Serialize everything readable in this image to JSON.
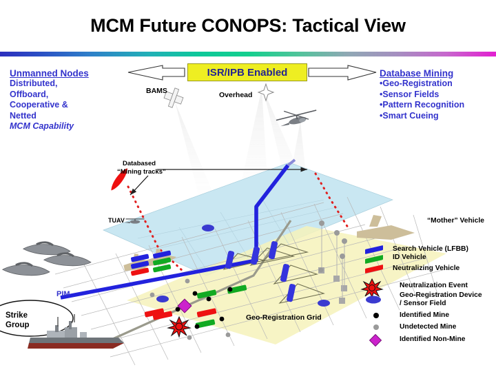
{
  "slide": {
    "title": "MCM Future CONOPS: Tactical View"
  },
  "center_box": {
    "label": "ISR/IPB Enabled"
  },
  "left_block": {
    "heading": "Unmanned Nodes",
    "lines": [
      "Distributed,",
      "Offboard,",
      "Cooperative &",
      "Netted"
    ],
    "italic_line": "MCM Capability"
  },
  "right_block": {
    "heading": "Database Mining",
    "bullets": [
      "•Geo-Registration",
      "•Sensor Fields",
      "•Pattern Recognition",
      "•Smart Cueing"
    ]
  },
  "diagram_labels": {
    "bams": "BAMS",
    "overhead": "Overhead",
    "databased": "Databased",
    "mining_tracks": "“Mining tracks”",
    "tuav": "TUAV",
    "pim": "PIM",
    "strike_group_line1": "Strike",
    "strike_group_line2": "Group",
    "geo_grid": "Geo-Registration Grid",
    "mother_vehicle": "“Mother” Vehicle"
  },
  "legend": {
    "items": [
      {
        "label": "Search Vehicle (LFBB)",
        "icon": "blue-bar-icon",
        "color": "#2222dd"
      },
      {
        "label": "ID Vehicle",
        "icon": "green-bar-icon",
        "color": "#11aa22"
      },
      {
        "label": "Neutralizing Vehicle",
        "icon": "red-bar-icon",
        "color": "#ee1111"
      },
      {
        "label": "Neutralization Event",
        "icon": "starburst-icon",
        "color": "#ee1111"
      },
      {
        "label": "Geo-Registration Device",
        "icon": "blue-ellipse-icon",
        "color": "#3a3ad0"
      },
      {
        "label": "/ Sensor Field",
        "icon": "none",
        "color": "#000000"
      },
      {
        "label": "Identified Mine",
        "icon": "black-dot-icon",
        "color": "#000000"
      },
      {
        "label": "Undetected Mine",
        "icon": "gray-dot-icon",
        "color": "#909090"
      },
      {
        "label": "Identified Non-Mine",
        "icon": "magenta-diamond-icon",
        "color": "#cc22cc"
      }
    ]
  },
  "colors": {
    "heading_blue": "#3333cc",
    "box_fill": "#eeee22",
    "box_border": "#9a9a1e",
    "box_text": "#252590",
    "water_plane": "#c9e7f2",
    "grid_plane": "#f6f2bb",
    "mother_tan": "#cdbe9a",
    "search_blue": "#2222dd",
    "id_green": "#11aa22",
    "neutralize_red": "#ee1111"
  }
}
